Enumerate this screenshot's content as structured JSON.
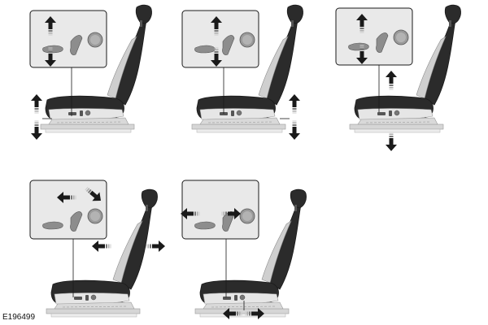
{
  "figure": {
    "reference_code": "E196499",
    "colors": {
      "seat_dark": "#2b2b2b",
      "seat_light": "#e6e6e6",
      "seat_mid": "#bdbdbd",
      "panel_bg": "#e9e9e9",
      "arrow_dark": "#1a1a1a"
    },
    "panels": [
      {
        "id": "seat-height-front",
        "controls_icons": [
          "switch-slot-icon",
          "lever-icon",
          "round-knob-icon"
        ],
        "callout_arrows": [
          "arrow-up-icon",
          "arrow-down-icon"
        ],
        "seat_arrows": [
          "arrow-up-icon",
          "arrow-down-icon"
        ]
      },
      {
        "id": "seat-height-rear",
        "controls_icons": [
          "switch-slot-icon",
          "lever-icon",
          "round-knob-icon"
        ],
        "callout_arrows": [
          "arrow-up-icon",
          "arrow-down-icon"
        ],
        "seat_arrows": [
          "arrow-up-icon",
          "arrow-down-icon"
        ]
      },
      {
        "id": "seat-height-whole",
        "controls_icons": [
          "switch-slot-icon",
          "lever-icon",
          "round-knob-icon"
        ],
        "callout_arrows": [
          "arrow-up-icon",
          "arrow-down-icon"
        ],
        "seat_arrows": [
          "arrow-up-icon",
          "arrow-down-icon"
        ]
      },
      {
        "id": "backrest-tilt",
        "controls_icons": [
          "switch-slot-icon",
          "lever-icon",
          "round-knob-icon"
        ],
        "callout_arrows": [
          "arrow-left-icon",
          "arrow-right-icon"
        ],
        "seat_arrows": [
          "arrow-left-icon",
          "arrow-right-icon"
        ]
      },
      {
        "id": "seat-fore-aft",
        "controls_icons": [
          "switch-slot-icon",
          "lever-icon",
          "round-knob-icon"
        ],
        "callout_arrows": [
          "arrow-left-icon",
          "arrow-right-icon"
        ],
        "seat_arrows": [
          "arrow-left-icon",
          "arrow-right-icon"
        ]
      }
    ]
  }
}
